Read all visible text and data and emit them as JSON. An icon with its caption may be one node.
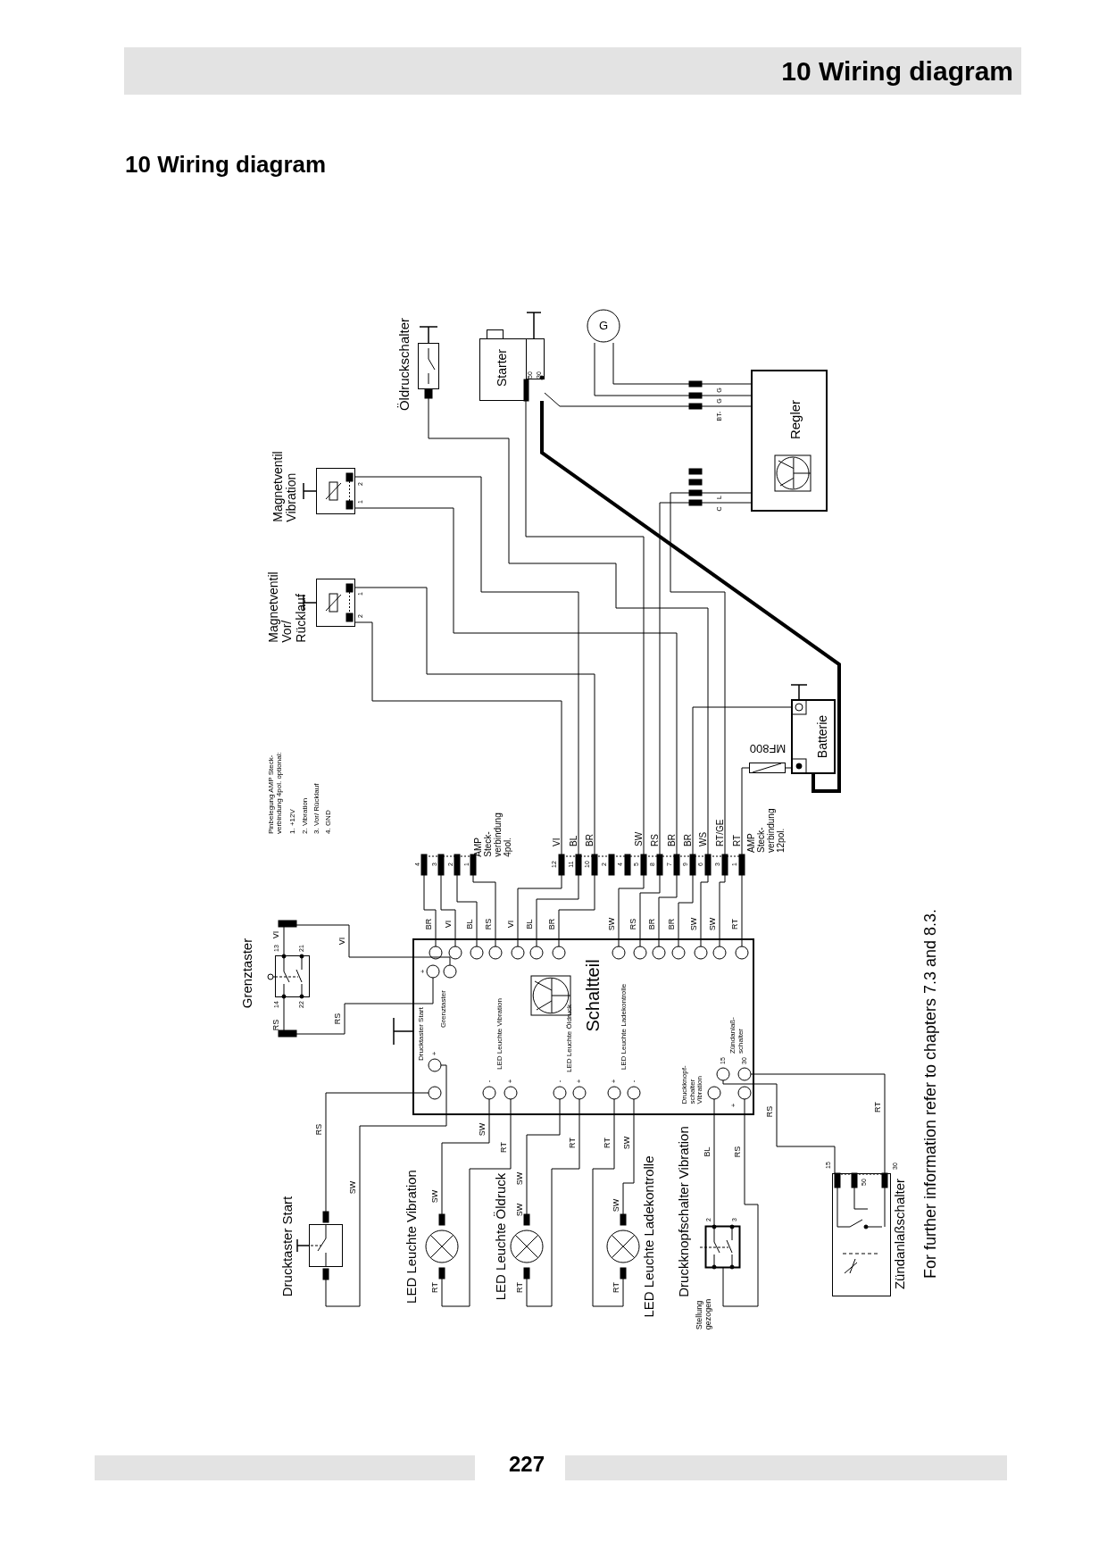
{
  "diagram": {
    "title": "10 Wiring diagram",
    "caption": "For further information refer to chapters 7.3 and 8.3.",
    "nodes": [
      {
        "text": [
          "Öldruckschalter"
        ]
      },
      {
        "text": [
          "Starter"
        ]
      },
      {
        "text": [
          "G"
        ]
      },
      {
        "text": [
          "Regler"
        ]
      },
      {
        "text": [
          "Magnetventil Vibration"
        ]
      },
      {
        "text": [
          "Magnetventil Vor/ Rücklauf"
        ]
      },
      {
        "text": [
          "Batterie"
        ]
      },
      {
        "text": [
          "MF800"
        ]
      },
      {
        "text": [
          "AMP Steck- verbindung 4pol."
        ]
      },
      {
        "text": [
          "AMP Steck- verbindung 12pol."
        ]
      },
      {
        "text": [
          "Grenztaster"
        ]
      },
      {
        "text": [
          "Schaltteil",
          "Grenztaster",
          "Drucktaster Start",
          "LED Leuchte Vibration",
          "LED Leuchte Öldruck",
          "LED Leuchte Ladekontrolle",
          "Druckknopf- schalter Vibration",
          "Zündanlaß- schalter"
        ]
      },
      {
        "text": [
          "Drucktaster Start"
        ]
      },
      {
        "text": [
          "LED Leuchte Vibration"
        ]
      },
      {
        "text": [
          "LED Leuchte Öldruck"
        ]
      },
      {
        "text": [
          "LED Leuchte Ladekontrolle"
        ]
      },
      {
        "text": [
          "Druckknopfschalter Vibration"
        ],
        "beside": [
          "Stellung gezogen"
        ]
      },
      {
        "text": [
          "Zündanlaßschalter"
        ]
      }
    ],
    "edges": [
      {
        "from": 5,
        "to": 9,
        "arrow": "none"
      },
      {
        "from": 5,
        "to": 9,
        "arrow": "none"
      },
      {
        "from": 4,
        "to": 9,
        "arrow": "none"
      },
      {
        "from": 4,
        "to": 9,
        "arrow": "none"
      },
      {
        "from": 0,
        "to": 9,
        "arrow": "none"
      },
      {
        "from": 1,
        "to": 9,
        "arrow": "none"
      },
      {
        "from": 3,
        "to": 9,
        "arrow": "none"
      },
      {
        "from": 3,
        "to": 9,
        "arrow": "none"
      },
      {
        "from": 6,
        "to": 9,
        "arrow": "none"
      },
      {
        "from": 6,
        "to": 7,
        "arrow": "none"
      },
      {
        "from": 7,
        "to": 9,
        "arrow": "none"
      },
      {
        "from": 1,
        "to": 6,
        "arrow": "none",
        "style": "thick"
      },
      {
        "from": 1,
        "to": 3,
        "arrow": "none"
      },
      {
        "from": 2,
        "to": 3,
        "arrow": "none"
      },
      {
        "from": 2,
        "to": 3,
        "arrow": "none"
      },
      {
        "from": 8,
        "to": 11,
        "arrow": "none"
      },
      {
        "from": 8,
        "to": 11,
        "arrow": "none"
      },
      {
        "from": 8,
        "to": 11,
        "arrow": "none"
      },
      {
        "from": 8,
        "to": 11,
        "arrow": "none"
      },
      {
        "from": 9,
        "to": 11,
        "arrow": "none"
      },
      {
        "from": 9,
        "to": 11,
        "arrow": "none"
      },
      {
        "from": 9,
        "to": 11,
        "arrow": "none"
      },
      {
        "from": 9,
        "to": 11,
        "arrow": "none"
      },
      {
        "from": 9,
        "to": 11,
        "arrow": "none"
      },
      {
        "from": 9,
        "to": 11,
        "arrow": "none"
      },
      {
        "from": 9,
        "to": 11,
        "arrow": "none"
      },
      {
        "from": 9,
        "to": 11,
        "arrow": "none"
      },
      {
        "from": 9,
        "to": 11,
        "arrow": "none"
      },
      {
        "from": 9,
        "to": 11,
        "arrow": "none"
      },
      {
        "from": 10,
        "to": 11,
        "arrow": "none"
      },
      {
        "from": 10,
        "to": 11,
        "arrow": "none"
      },
      {
        "from": 12,
        "to": 11,
        "arrow": "none"
      },
      {
        "from": 12,
        "to": 11,
        "arrow": "none"
      },
      {
        "from": 13,
        "to": 11,
        "arrow": "none"
      },
      {
        "from": 13,
        "to": 11,
        "arrow": "none"
      },
      {
        "from": 14,
        "to": 11,
        "arrow": "none"
      },
      {
        "from": 14,
        "to": 11,
        "arrow": "none"
      },
      {
        "from": 15,
        "to": 11,
        "arrow": "none"
      },
      {
        "from": 15,
        "to": 11,
        "arrow": "none"
      },
      {
        "from": 16,
        "to": 11,
        "arrow": "none"
      },
      {
        "from": 16,
        "to": 11,
        "arrow": "none"
      },
      {
        "from": 17,
        "to": 11,
        "arrow": "none"
      },
      {
        "from": 17,
        "to": 11,
        "arrow": "none"
      }
    ],
    "labels": [
      "10 Wiring diagram",
      "50",
      "30",
      "G",
      "G",
      "BT-",
      "2",
      "1",
      "L",
      "C",
      "1",
      "2",
      "Pinbelegung AMP Steck- verbindung 4pol. optional:",
      "1. +12V",
      "2. Vibration",
      "3. Vor/ Rücklauf",
      "4. GND",
      "VI",
      "BL",
      "BR",
      "SW",
      "RS",
      "BR",
      "BR",
      "WS",
      "RT/GE",
      "RT",
      "4",
      "3",
      "2",
      "1",
      "12",
      "11",
      "10",
      "2",
      "4",
      "5",
      "8",
      "7",
      "9",
      "6",
      "3",
      "1",
      "BR",
      "VI",
      "BL",
      "RS",
      "VI",
      "BL",
      "BR",
      "SW",
      "RS",
      "BR",
      "BR",
      "SW",
      "SW",
      "RT",
      "VI",
      "13",
      "21",
      "14",
      "22",
      "RS",
      "VI",
      "RS",
      "+",
      "+",
      "-",
      "+",
      "-",
      "+",
      "+",
      "-",
      "15",
      "30",
      "+",
      "RS",
      "SW",
      "SW",
      "RT",
      "SW",
      "RT",
      "RT",
      "SW",
      "BL",
      "RS",
      "RS",
      "RT",
      "SW",
      "RT",
      "SW",
      "RT",
      "SW",
      "RT",
      "2",
      "3",
      "15",
      "50",
      "30",
      "227"
    ]
  }
}
